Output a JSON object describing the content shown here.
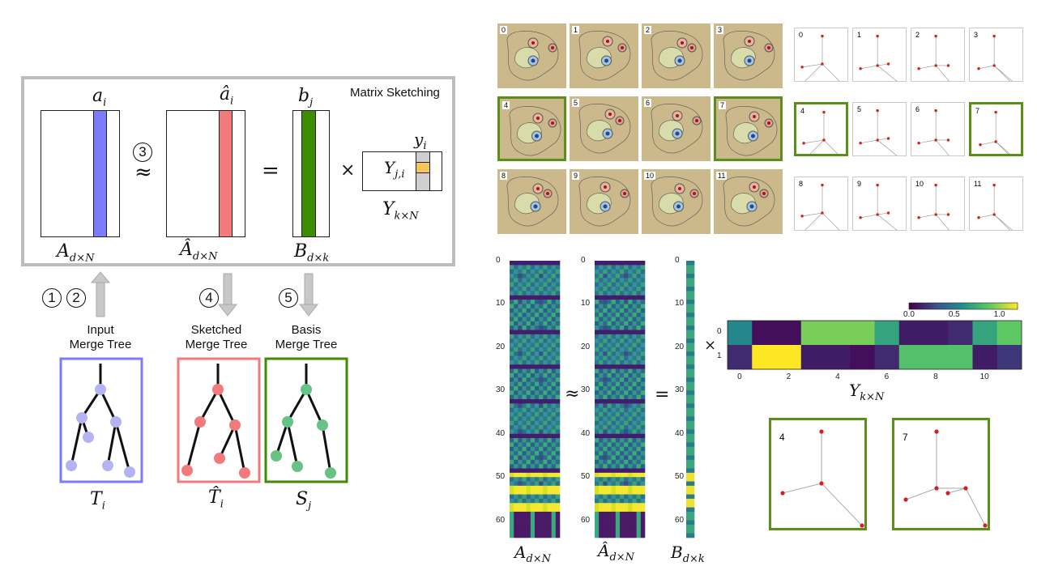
{
  "left_diagram": {
    "box_title": "Matrix Sketching",
    "matrix_labels": {
      "A": "A",
      "A_sub": "d×N",
      "Ahat": "Â",
      "Ahat_sub": "d×N",
      "B": "B",
      "B_sub": "d×k",
      "Y": "Y",
      "Y_sub": "k×N"
    },
    "column_labels": {
      "a": "a",
      "a_sub": "i",
      "ahat": "â",
      "ahat_sub": "i",
      "b": "b",
      "b_sub": "j",
      "y": "y",
      "y_sub": "i"
    },
    "y_entry": {
      "Y": "Y",
      "sub": "j,i"
    },
    "operators": {
      "approx": "≈",
      "equals": "=",
      "times": "×"
    },
    "step_numbers": [
      "1",
      "2",
      "3",
      "4",
      "5"
    ],
    "tree_captions": [
      {
        "line1": "Input",
        "line2": "Merge Tree"
      },
      {
        "line1": "Sketched",
        "line2": "Merge Tree"
      },
      {
        "line1": "Basis",
        "line2": "Merge Tree"
      }
    ],
    "tree_labels": [
      {
        "sym": "T",
        "sub": "i"
      },
      {
        "sym": "T̂",
        "sub": "i"
      },
      {
        "sym": "S",
        "sub": "j"
      }
    ],
    "colors": {
      "blue": "#7b7bff",
      "red": "#f27a7a",
      "green": "#3e8c00",
      "frame_gray": "#bdbdbd",
      "tree_blue": "#b4b4f5",
      "tree_red": "#f27a7a",
      "tree_green": "#66c285",
      "highlight": "#5a8f1a",
      "y_highlight": "#f5c55a"
    }
  },
  "field_grid": {
    "indices": [
      "0",
      "1",
      "2",
      "3",
      "4",
      "5",
      "6",
      "7",
      "8",
      "9",
      "10",
      "11"
    ],
    "highlighted": [
      "4",
      "7"
    ]
  },
  "tree_grid": {
    "indices": [
      "0",
      "1",
      "2",
      "3",
      "4",
      "5",
      "6",
      "7",
      "8",
      "9",
      "10",
      "11"
    ],
    "highlighted": [
      "4",
      "7"
    ]
  },
  "matrix_heatmaps": {
    "y_ticks": [
      "0",
      "10",
      "20",
      "30",
      "40",
      "50",
      "60"
    ],
    "labels": [
      {
        "sym": "A",
        "sub": "d×N"
      },
      {
        "sym": "Â",
        "sub": "d×N"
      },
      {
        "sym": "B",
        "sub": "d×k"
      }
    ],
    "operators": {
      "approx": "≈",
      "equals": "=",
      "times": "×"
    }
  },
  "chart_data": {
    "type": "heatmap",
    "title": "",
    "xlabel": "Y_{k×N}",
    "ylabel": "",
    "x": [
      0,
      1,
      2,
      3,
      4,
      5,
      6,
      7,
      8,
      9,
      10,
      11
    ],
    "y": [
      0,
      1
    ],
    "x_ticks": [
      "0",
      "2",
      "4",
      "6",
      "8",
      "10"
    ],
    "y_ticks": [
      "0",
      "1"
    ],
    "colorbar_ticks": [
      "0.0",
      "0.5",
      "1.0"
    ],
    "colorbar_range": [
      0.0,
      1.2
    ],
    "values": [
      [
        0.55,
        0.05,
        0.05,
        0.95,
        0.95,
        0.95,
        0.7,
        0.1,
        0.1,
        0.15,
        0.7,
        0.9
      ],
      [
        0.15,
        1.2,
        1.2,
        0.1,
        0.1,
        0.05,
        0.15,
        0.85,
        0.85,
        0.85,
        0.1,
        0.2
      ]
    ]
  },
  "selected_trees": {
    "labels": [
      "4",
      "7"
    ]
  }
}
